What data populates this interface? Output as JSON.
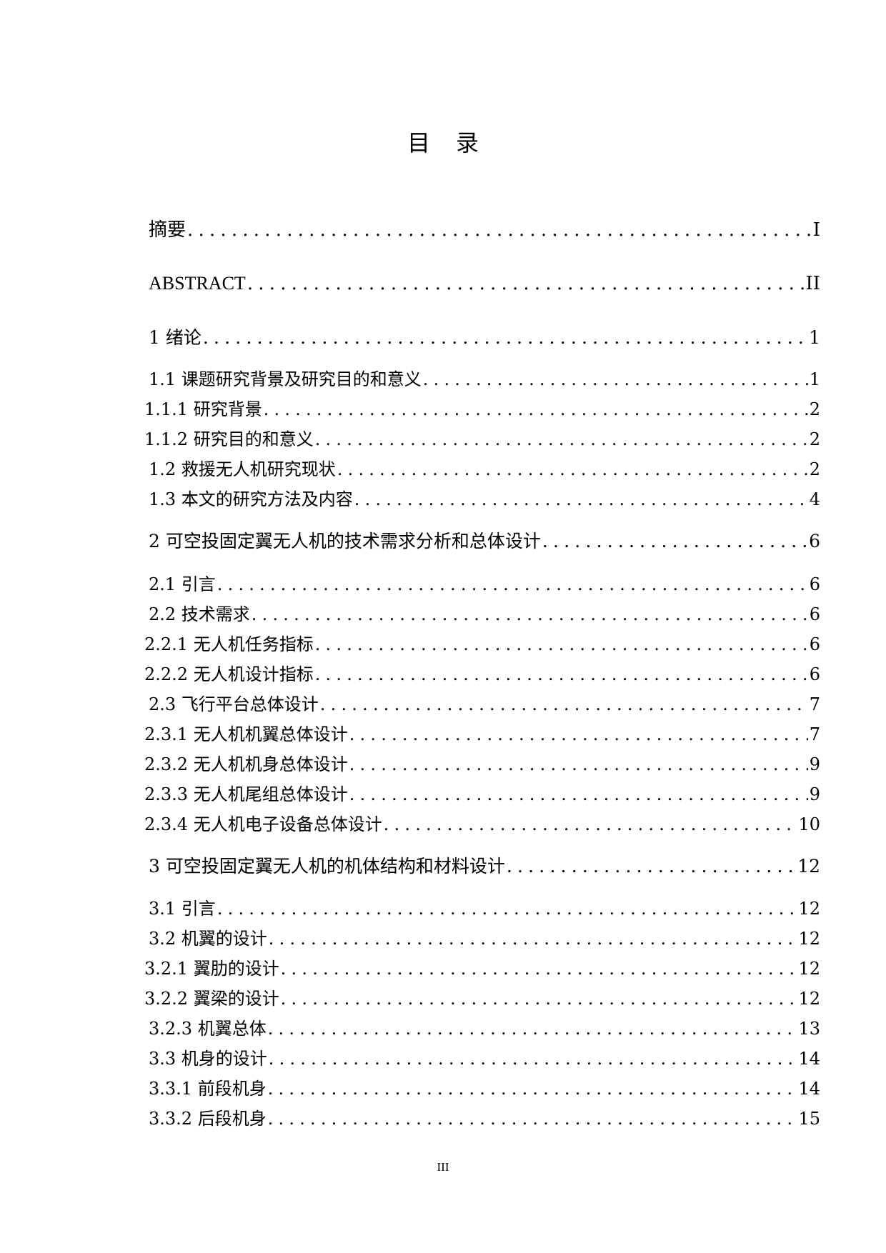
{
  "document": {
    "title_chars": [
      "目",
      "录"
    ],
    "footer_page": "III"
  },
  "toc": {
    "entries": [
      {
        "label": "摘要",
        "page": "I",
        "level": "top"
      },
      {
        "label": "ABSTRACT",
        "page": "II",
        "level": "top"
      },
      {
        "label": "1 绪论",
        "page": "1",
        "level": "chapter"
      },
      {
        "label": "1.1 课题研究背景及研究目的和意义",
        "page": "1",
        "level": "section"
      },
      {
        "label": "1.1.1 研究背景",
        "page": "2",
        "level": "subsection"
      },
      {
        "label": "1.1.2 研究目的和意义",
        "page": "2",
        "level": "subsection"
      },
      {
        "label": "1.2 救援无人机研究现状",
        "page": "2",
        "level": "section"
      },
      {
        "label": "1.3 本文的研究方法及内容",
        "page": "4",
        "level": "section"
      },
      {
        "label": "2 可空投固定翼无人机的技术需求分析和总体设计",
        "page": "6",
        "level": "chapter"
      },
      {
        "label": "2.1 引言",
        "page": "6",
        "level": "section"
      },
      {
        "label": "2.2 技术需求",
        "page": "6",
        "level": "section"
      },
      {
        "label": "2.2.1 无人机任务指标",
        "page": "6",
        "level": "subsection"
      },
      {
        "label": "2.2.2 无人机设计指标",
        "page": "6",
        "level": "subsection"
      },
      {
        "label": "2.3 飞行平台总体设计",
        "page": "7",
        "level": "section"
      },
      {
        "label": "2.3.1 无人机机翼总体设计",
        "page": "7",
        "level": "subsection"
      },
      {
        "label": "2.3.2 无人机机身总体设计",
        "page": "9",
        "level": "subsection"
      },
      {
        "label": "2.3.3 无人机尾组总体设计",
        "page": "9",
        "level": "subsection"
      },
      {
        "label": "2.3.4 无人机电子设备总体设计",
        "page": "10",
        "level": "subsection"
      },
      {
        "label": "3 可空投固定翼无人机的机体结构和材料设计",
        "page": "12",
        "level": "chapter"
      },
      {
        "label": "3.1 引言",
        "page": "12",
        "level": "section"
      },
      {
        "label": "3.2 机翼的设计",
        "page": "12",
        "level": "section"
      },
      {
        "label": "3.2.1 翼肋的设计",
        "page": "12",
        "level": "subsection"
      },
      {
        "label": "3.2.2 翼梁的设计",
        "page": "12",
        "level": "subsection"
      },
      {
        "label": "3.2.3 机翼总体",
        "page": "13",
        "level": "subsection"
      },
      {
        "label": "3.3 机身的设计",
        "page": "14",
        "level": "section"
      },
      {
        "label": "3.3.1 前段机身",
        "page": "14",
        "level": "subsection"
      },
      {
        "label": "3.3.2 后段机身",
        "page": "15",
        "level": "subsection"
      }
    ]
  }
}
